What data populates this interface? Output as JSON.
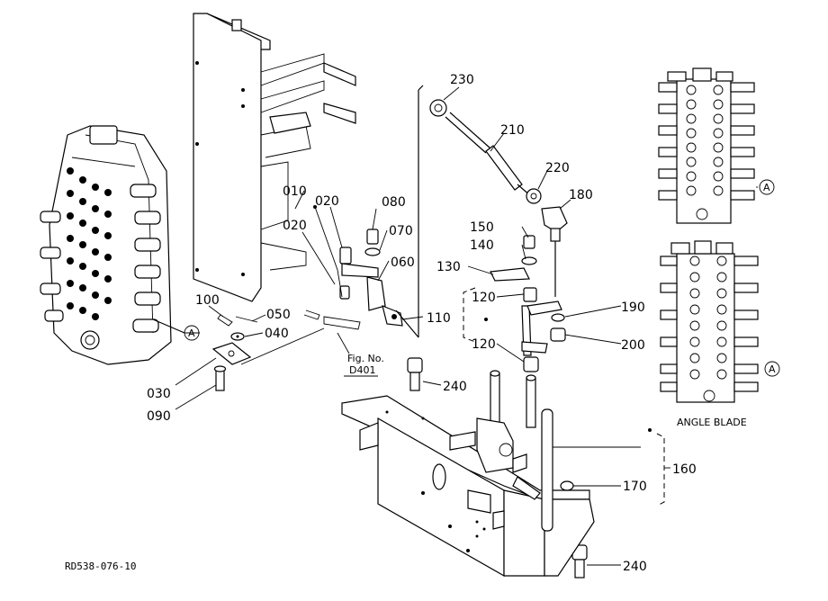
{
  "callouts": {
    "c010": "010",
    "c020a": "020",
    "c020b": "020",
    "c030": "030",
    "c040": "040",
    "c050": "050",
    "c060": "060",
    "c070": "070",
    "c080": "080",
    "c090": "090",
    "c100": "100",
    "c110": "110",
    "c120a": "120",
    "c120b": "120",
    "c130": "130",
    "c140": "140",
    "c150": "150",
    "c160": "160",
    "c170": "170",
    "c180": "180",
    "c190": "190",
    "c200": "200",
    "c210": "210",
    "c220": "220",
    "c230": "230",
    "c240a": "240",
    "c240b": "240"
  },
  "markers": {
    "a1": "A",
    "a2": "A",
    "a3": "A"
  },
  "fig_ref": {
    "line1": "Fig. No.",
    "line2": "D401"
  },
  "caption": "ANGLE BLADE",
  "drawing_code": "RD538-076-10"
}
